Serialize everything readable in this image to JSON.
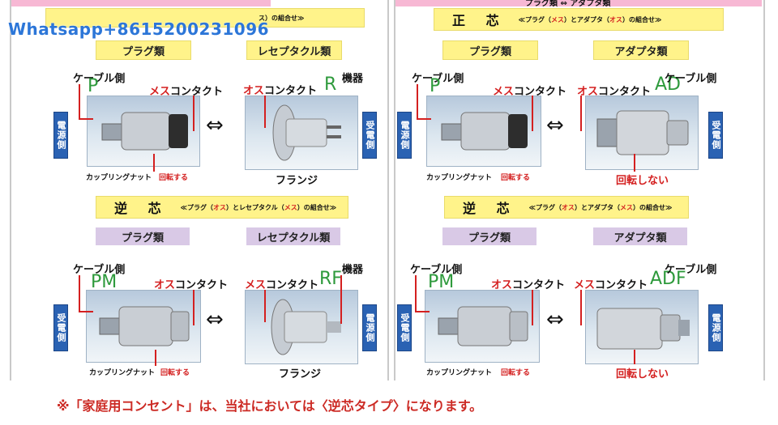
{
  "watermark": "Whatsapp+8615200231096",
  "top_left_strip": "ス）の組合せ≫",
  "top_right_strip": "プラグ類 ⇔ アダプタ類",
  "normal_header": {
    "big": "正 芯",
    "small_pre": "≪プラグ（",
    "small_red1": "メス",
    "small_mid": "）とアダプタ（",
    "small_red2": "オス",
    "small_post": "）の組合せ≫"
  },
  "reverse_header": {
    "big": "逆 芯",
    "left": {
      "small_pre": "≪プラグ（",
      "small_red1": "オス",
      "small_mid": "）とレセプタクル（",
      "small_red2": "メス",
      "small_post": "）の組合せ≫"
    },
    "right": {
      "small_pre": "≪プラグ（",
      "small_red1": "オス",
      "small_mid": "）とアダプタ（",
      "small_red2": "メス",
      "small_post": "）の組合せ≫"
    }
  },
  "titles": {
    "plug": "プラグ類",
    "receptacle": "レセプタクル類",
    "adapter": "アダプタ類"
  },
  "labels": {
    "cable_side": "ケーブル側",
    "device": "機器",
    "mesu": "メス",
    "osu": "オス",
    "contact": "コンタクト",
    "coupling_nut": "カップリングナット",
    "rotates": "回転する",
    "no_rotate": "回転しない",
    "flange": "フランジ",
    "power_side": "電源側",
    "receive_side": "受電側",
    "equiv": "⇔"
  },
  "codes": {
    "p": "P",
    "r": "R",
    "ad": "AD",
    "pm": "PM",
    "rf": "RF",
    "adf": "ADF"
  },
  "footer": "※「家庭用コンセント」は、当社においては〈逆芯タイプ〉になります。"
}
